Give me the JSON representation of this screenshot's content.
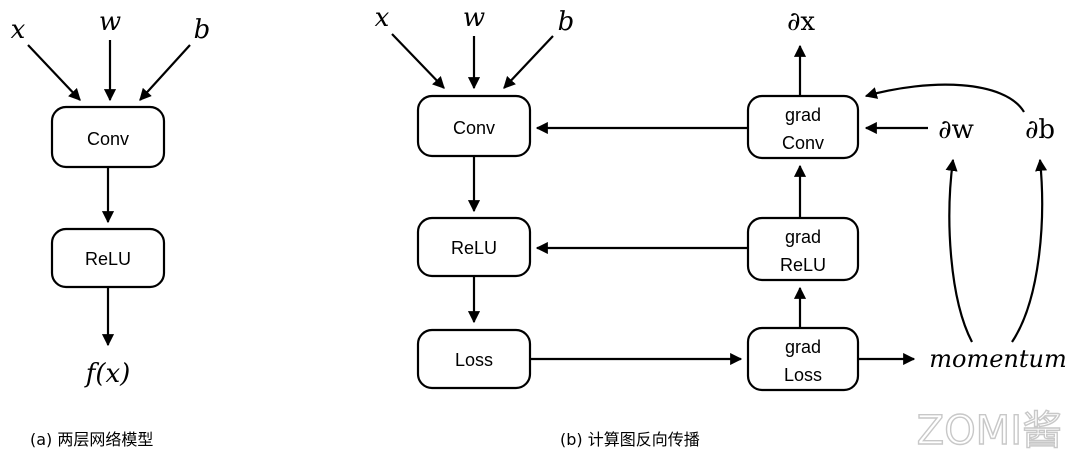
{
  "a": {
    "inputs": {
      "x": "x",
      "w": "w",
      "b": "b"
    },
    "nodes": {
      "conv": "Conv",
      "relu": "ReLU"
    },
    "output": "f(x)",
    "caption": "(a) 两层网络模型"
  },
  "b": {
    "inputs": {
      "x": "x",
      "w": "w",
      "b": "b"
    },
    "nodes": {
      "conv": "Conv",
      "relu": "ReLU",
      "loss": "Loss"
    },
    "grad": {
      "conv_line1": "grad",
      "conv_line2": "Conv",
      "relu_line1": "grad",
      "relu_line2": "ReLU",
      "loss_line1": "grad",
      "loss_line2": "Loss"
    },
    "partials": {
      "dx": "∂x",
      "dw": "∂w",
      "db": "∂b"
    },
    "momentum": "momentum",
    "caption": "(b) 计算图反向传播"
  },
  "watermark": "ZOMI酱"
}
